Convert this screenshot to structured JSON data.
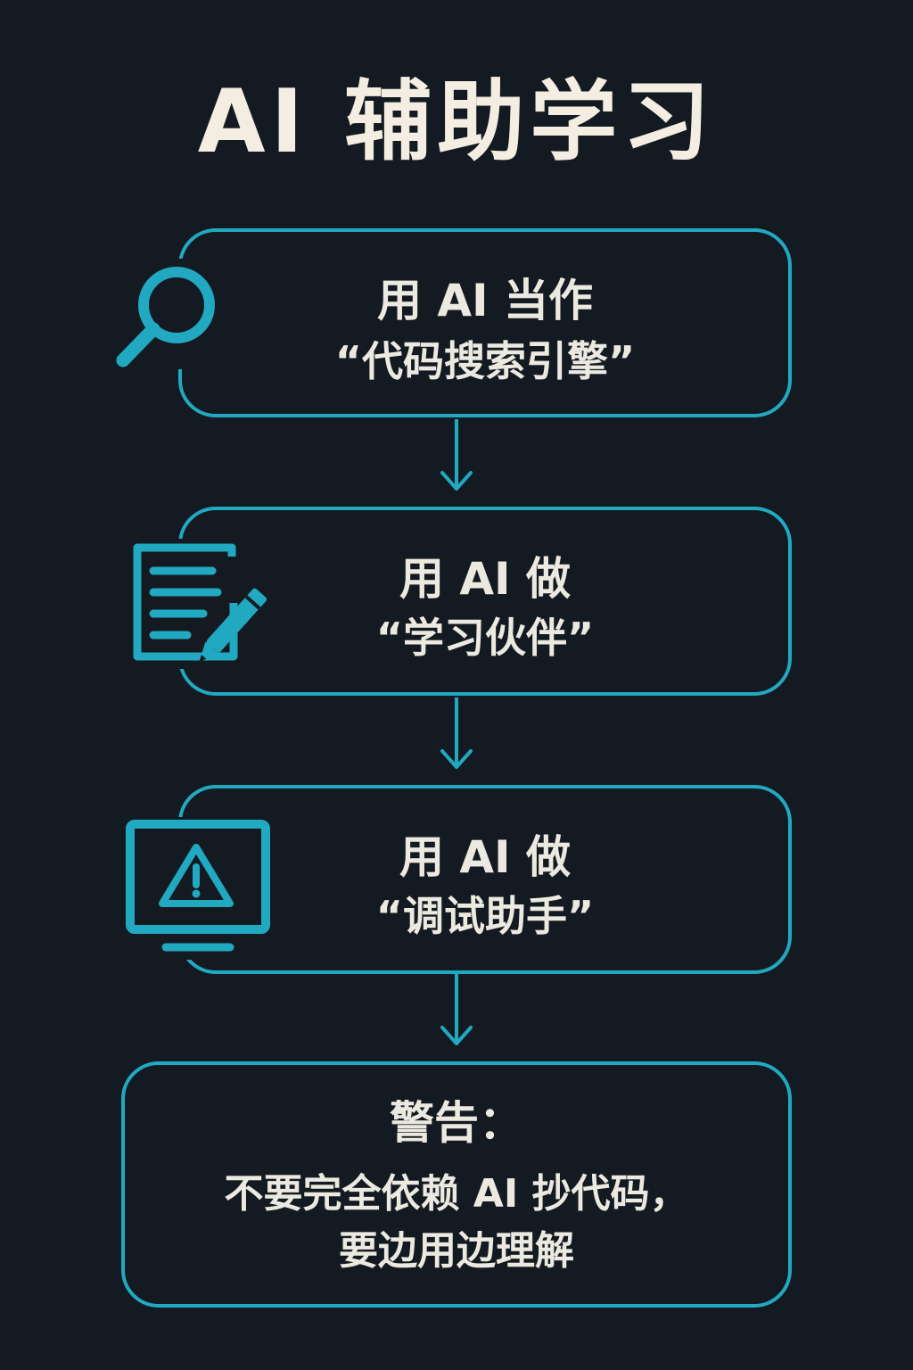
{
  "title": "AI 辅助学习",
  "steps": [
    {
      "line1": "用 AI 当作",
      "line2": "“代码搜索引擎”",
      "icon": "magnifier-icon"
    },
    {
      "line1": "用 AI 做",
      "line2": "“学习伙伴”",
      "icon": "document-pencil-icon"
    },
    {
      "line1": "用 AI 做",
      "line2": "“调试助手”",
      "icon": "monitor-warning-icon"
    }
  ],
  "warning": {
    "heading": "警告：",
    "line1": "不要完全依赖 AI 抄代码，",
    "line2": "要边用边理解"
  },
  "colors": {
    "background": "#141a21",
    "accent": "#22a9c2",
    "text": "#ece9e1",
    "title": "#f3ede2"
  }
}
